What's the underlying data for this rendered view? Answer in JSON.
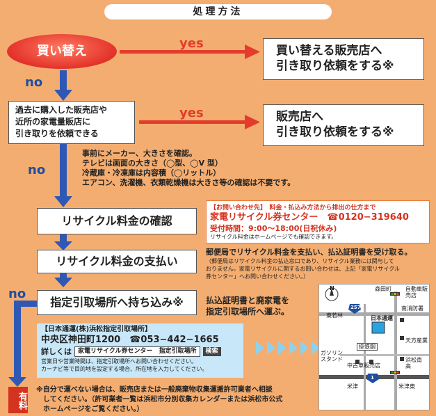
{
  "header": {
    "title": "処理方法"
  },
  "flow": {
    "start": "買い替え",
    "yes1": "yes",
    "yes2": "yes",
    "no1": "no",
    "no2": "no",
    "no3": "no",
    "dest1": [
      "買い替える販売店へ",
      "引き取り依頼をする※"
    ],
    "q2": [
      "過去に購入した販売店や",
      "近所の家電量販店に",
      "引き取りを依頼できる"
    ],
    "dest2": [
      "販売店へ",
      "引き取り依頼をする※"
    ],
    "check_note": [
      "事前にメーカー、大きさを確認。",
      "テレビは画面の大きさ（◯型、◯V 型）",
      "冷蔵庫・冷凍庫は内容積（◯リットル）",
      "エアコン、洗濯機、衣類乾燥機は大きさ等の確認は不要です。"
    ],
    "step_check": "リサイクル料金の確認",
    "step_pay": "リサイクル料金の支払い",
    "step_bring": "指定引取場所へ持ち込み※"
  },
  "contact": {
    "title": "【お問い合わせ先】　料金・払込み方法から排出の仕方まで",
    "name": "家電リサイクル券センター",
    "phone": "☎0120−319640",
    "hours": "受付時間：9:00〜18:00(日祝休み)",
    "web": "リサイクル料金はホームページでも確認できます。"
  },
  "pay_note": {
    "main": "郵便局でリサイクル料金を支払い、払込証明書を受け取る。",
    "sub": [
      "（郵便局はリサイクル料金の払込窓口であり、リサイクル業務には関与して",
      "おりません。家電リサイクルに関するお問い合わせは、上記「家電リサイクル",
      "券センター」へお問い合わせください。）"
    ]
  },
  "bring_note": [
    "払込証明書と廃家電を",
    "指定引取場所へ運ぶ。"
  ],
  "location": {
    "title": "【日本通運(株)浜松指定引取場所】",
    "address": "中央区神田町1200",
    "phone": "☎053−442−1665",
    "detail_label": "詳しくは",
    "search_term": "家電リサイクル券センター　指定引取場所",
    "search_button": "検索",
    "notes": [
      "営業日や営業時間は、指定引取場所へお問い合わせください。",
      "カーナビ等で目的地を設定する場合、所在地を入力してください。"
    ]
  },
  "paid": {
    "badge": "有料"
  },
  "footnote": [
    "※自分で運べない場合は、販売店または一般廃棄物収集運搬許可業者へ相談",
    "　してください。（許可業者一覧は浜松市分別収集カレンダーまたは浜松市公式",
    "　ホームページをご覧ください。）"
  ],
  "map": {
    "compass": "N",
    "labels": [
      "森田町",
      "自動車販売店",
      "南消防署",
      "東若林",
      "日本通運",
      "天方産業",
      "掛鉄鋼",
      "ガソリンスタンド",
      "中古車販売店",
      "浜松南高",
      "米津",
      "米津東"
    ],
    "route_a": "257",
    "route_b": "1"
  }
}
